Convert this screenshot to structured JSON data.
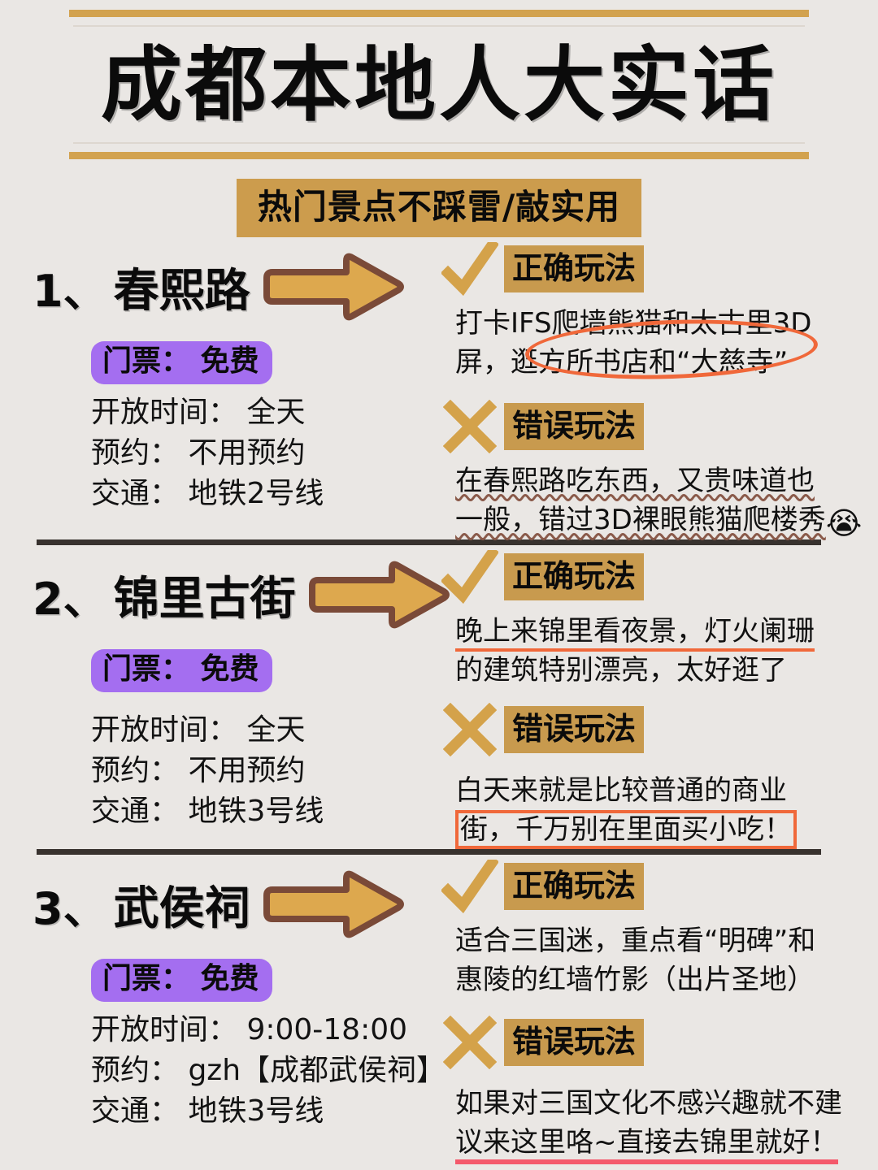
{
  "page": {
    "background_color": "#eae7e4",
    "title": "成都本地人大实话",
    "subtitle_badge": "热门景点不踩雷/敲实用",
    "accent_gold": "#d2a24f",
    "badge_gold": "#c89a4e",
    "ticket_purple": "#a46ef0",
    "highlight_orange": "#f0683a",
    "highlight_pink": "#f4596b",
    "divider_dark": "#38322e",
    "arrow_fill": "#dda84e",
    "arrow_stroke": "#7a4a38",
    "mark_gold": "#d4a24a"
  },
  "labels": {
    "correct": "正确玩法",
    "wrong": "错误玩法",
    "check_icon": "check-mark-icon",
    "cross_icon": "cross-mark-icon",
    "arrow_icon": "right-arrow-icon"
  },
  "sections": [
    {
      "number": "1、",
      "name": "春熙路",
      "ticket": "门票： 免费",
      "info": [
        "开放时间： 全天",
        "预约： 不用预约",
        "交通： 地铁2号线"
      ],
      "correct_lines": [
        "打卡IFS爬墙熊猫和太古里3D",
        "屏，逛方所书店和“大慈寺”"
      ],
      "wrong_lines": [
        "在春熙路吃东西，又贵味道也",
        "一般，错过3D裸眼熊猫爬楼秀"
      ],
      "wrong_emoji": "😭"
    },
    {
      "number": "2、",
      "name": "锦里古街",
      "ticket": "门票： 免费",
      "info": [
        "开放时间： 全天",
        "预约： 不用预约",
        "交通： 地铁3号线"
      ],
      "correct_lines": [
        "晚上来锦里看夜景，灯火阑珊",
        "的建筑特别漂亮，太好逛了"
      ],
      "wrong_lines": [
        "白天来就是比较普通的商业",
        "街，千万别在里面买小吃！"
      ],
      "wrong_emoji": ""
    },
    {
      "number": "3、",
      "name": "武侯祠",
      "ticket": "门票： 免费",
      "info": [
        "开放时间： 9:00-18:00",
        "预约： gzh【成都武侯祠】",
        "交通： 地铁3号线"
      ],
      "correct_lines": [
        "适合三国迷，重点看“明碑”和",
        "惠陵的红墙竹影（出片圣地）"
      ],
      "wrong_lines": [
        "如果对三国文化不感兴趣就不建",
        "议来这里咯~直接去锦里就好！"
      ],
      "wrong_emoji": ""
    }
  ]
}
